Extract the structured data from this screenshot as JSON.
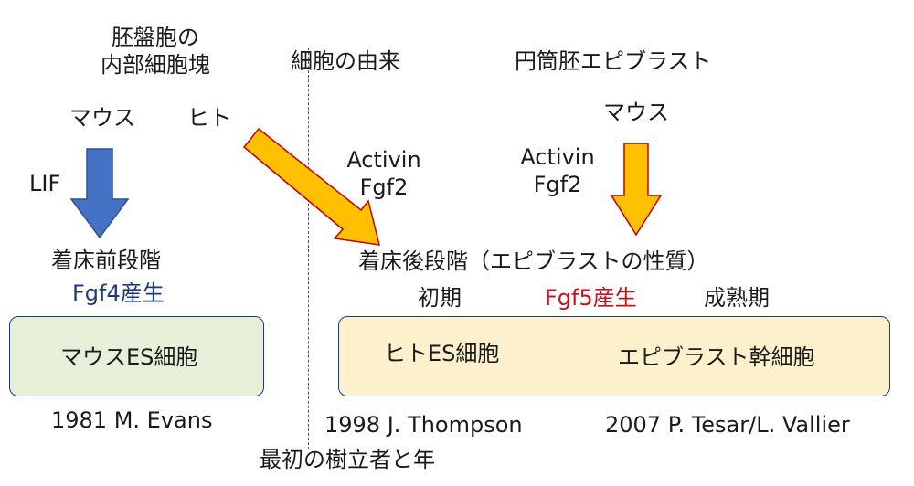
{
  "top": {
    "source_line1": "胚盤胞の",
    "source_line2": "内部細胞塊",
    "origin_label": "細胞の由来",
    "epiblast_title": "円筒胚エピブラスト"
  },
  "species": {
    "mouse_left": "マウス",
    "human": "ヒト",
    "mouse_right": "マウス"
  },
  "factors": {
    "lif": "LIF",
    "activin_left": "Activin",
    "fgf2_left": "Fgf2",
    "activin_right": "Activin",
    "fgf2_right": "Fgf2"
  },
  "stages": {
    "pre": "着床前段階",
    "fgf4": "Fgf4産生",
    "post": "着床後段階（エピブラストの性質）",
    "early": "初期",
    "fgf5": "Fgf5産生",
    "mature": "成熟期"
  },
  "cells": {
    "mouse_es": "マウスES細胞",
    "human_es": "ヒトES細胞",
    "epiblast_stem": "エピブラスト幹細胞"
  },
  "references": {
    "evans": "1981 M. Evans",
    "thompson": "1998 J. Thompson",
    "tesar": "2007 P. Tesar/L. Vallier",
    "caption": "最初の樹立者と年"
  },
  "colors": {
    "blue_arrow": "#4472c4",
    "blue_arrow_stroke": "#2f528f",
    "orange_arrow": "#ffc000",
    "orange_arrow_stroke": "#c00000",
    "fgf4_text": "#1f3a7a",
    "fgf5_text": "#c0161e",
    "mouse_es_box": "#e6f0d8",
    "stem_box": "#fdf0cc"
  }
}
